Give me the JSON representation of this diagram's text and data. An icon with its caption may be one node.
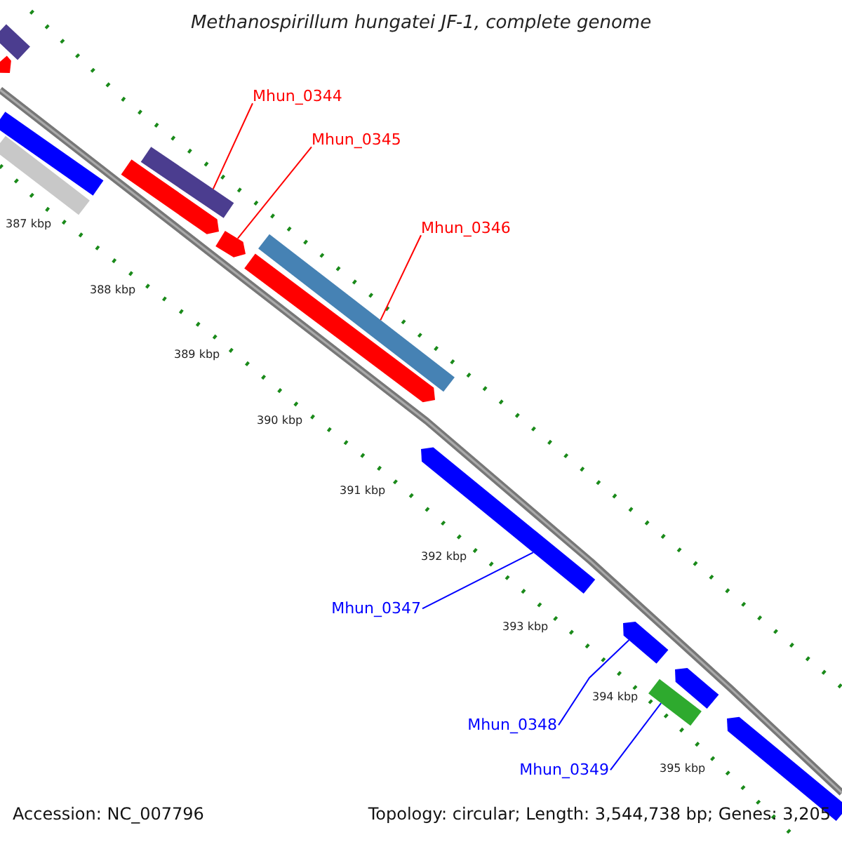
{
  "diagram": {
    "title": "Methanospirillum hungatei JF-1, complete genome",
    "nodes": [
      {
        "text": [
          "Mhun_0344"
        ]
      },
      {
        "text": [],
        "shape": "bar"
      },
      {
        "text": [
          "Mhun_0345"
        ]
      },
      {
        "text": [],
        "shape": "bar"
      },
      {
        "text": [
          "Mhun_0346"
        ]
      },
      {
        "text": [],
        "shape": "bar"
      },
      {
        "text": [
          "Mhun_0347"
        ]
      },
      {
        "text": [],
        "shape": "bar"
      },
      {
        "text": [
          "Mhun_0348"
        ]
      },
      {
        "text": [],
        "shape": "bar"
      },
      {
        "text": [
          "Mhun_0349"
        ]
      },
      {
        "text": [],
        "shape": "bar"
      },
      {
        "text": [],
        "shape": "bar"
      },
      {
        "text": [],
        "shape": "bar"
      },
      {
        "text": [],
        "shape": "bar"
      },
      {
        "text": [],
        "shape": "bar"
      },
      {
        "text": [],
        "shape": "bar"
      },
      {
        "text": [],
        "shape": "bar"
      },
      {
        "text": [],
        "shape": "bar"
      },
      {
        "text": [],
        "shape": "bar"
      }
    ],
    "edges": [
      {
        "from": 0,
        "to": 1,
        "arrow": "none",
        "color": "#ff0000"
      },
      {
        "from": 2,
        "to": 3,
        "arrow": "none",
        "color": "#ff0000"
      },
      {
        "from": 4,
        "to": 5,
        "arrow": "none",
        "color": "#ff0000"
      },
      {
        "from": 6,
        "to": 7,
        "arrow": "none",
        "color": "#0000ff"
      },
      {
        "from": 8,
        "to": 9,
        "arrow": "none",
        "color": "#0000ff"
      },
      {
        "from": 10,
        "to": 11,
        "arrow": "none",
        "color": "#0000ff"
      }
    ],
    "labels": [
      "387 kbp",
      "388 kbp",
      "389 kbp",
      "390 kbp",
      "391 kbp",
      "392 kbp",
      "393 kbp",
      "394 kbp",
      "395 kbp",
      "Accession: NC_007796",
      "Topology: circular; Length: 3,544,738 bp; Genes: 3,205"
    ]
  }
}
